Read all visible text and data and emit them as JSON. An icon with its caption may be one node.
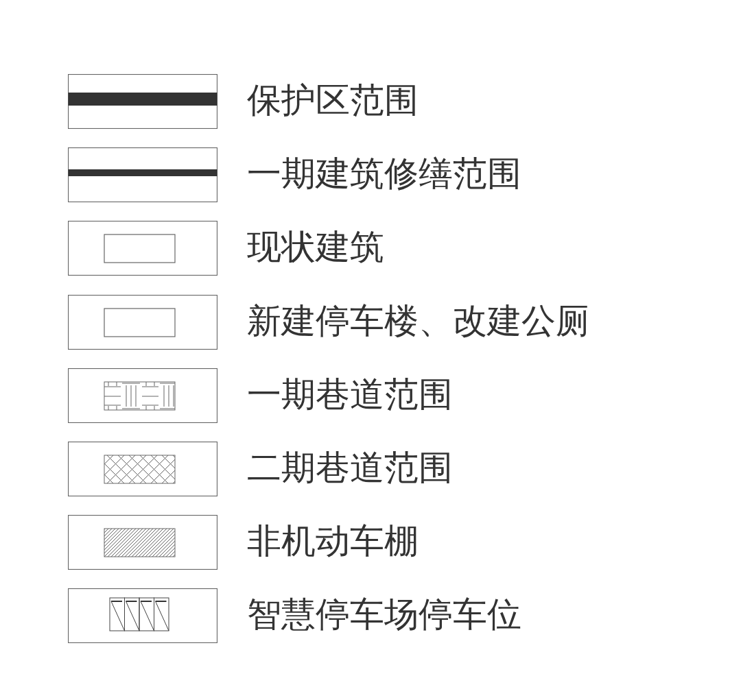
{
  "diagram": {
    "legend": [
      {
        "text": "保护区范围"
      },
      {
        "text": "一期建筑修缮范围"
      },
      {
        "text": "现状建筑"
      },
      {
        "text": "新建停车楼、改建公厕"
      },
      {
        "text": "一期巷道范围"
      },
      {
        "text": "二期巷道范围"
      },
      {
        "text": "非机动车棚"
      },
      {
        "text": "智慧停车场停车位"
      }
    ]
  }
}
